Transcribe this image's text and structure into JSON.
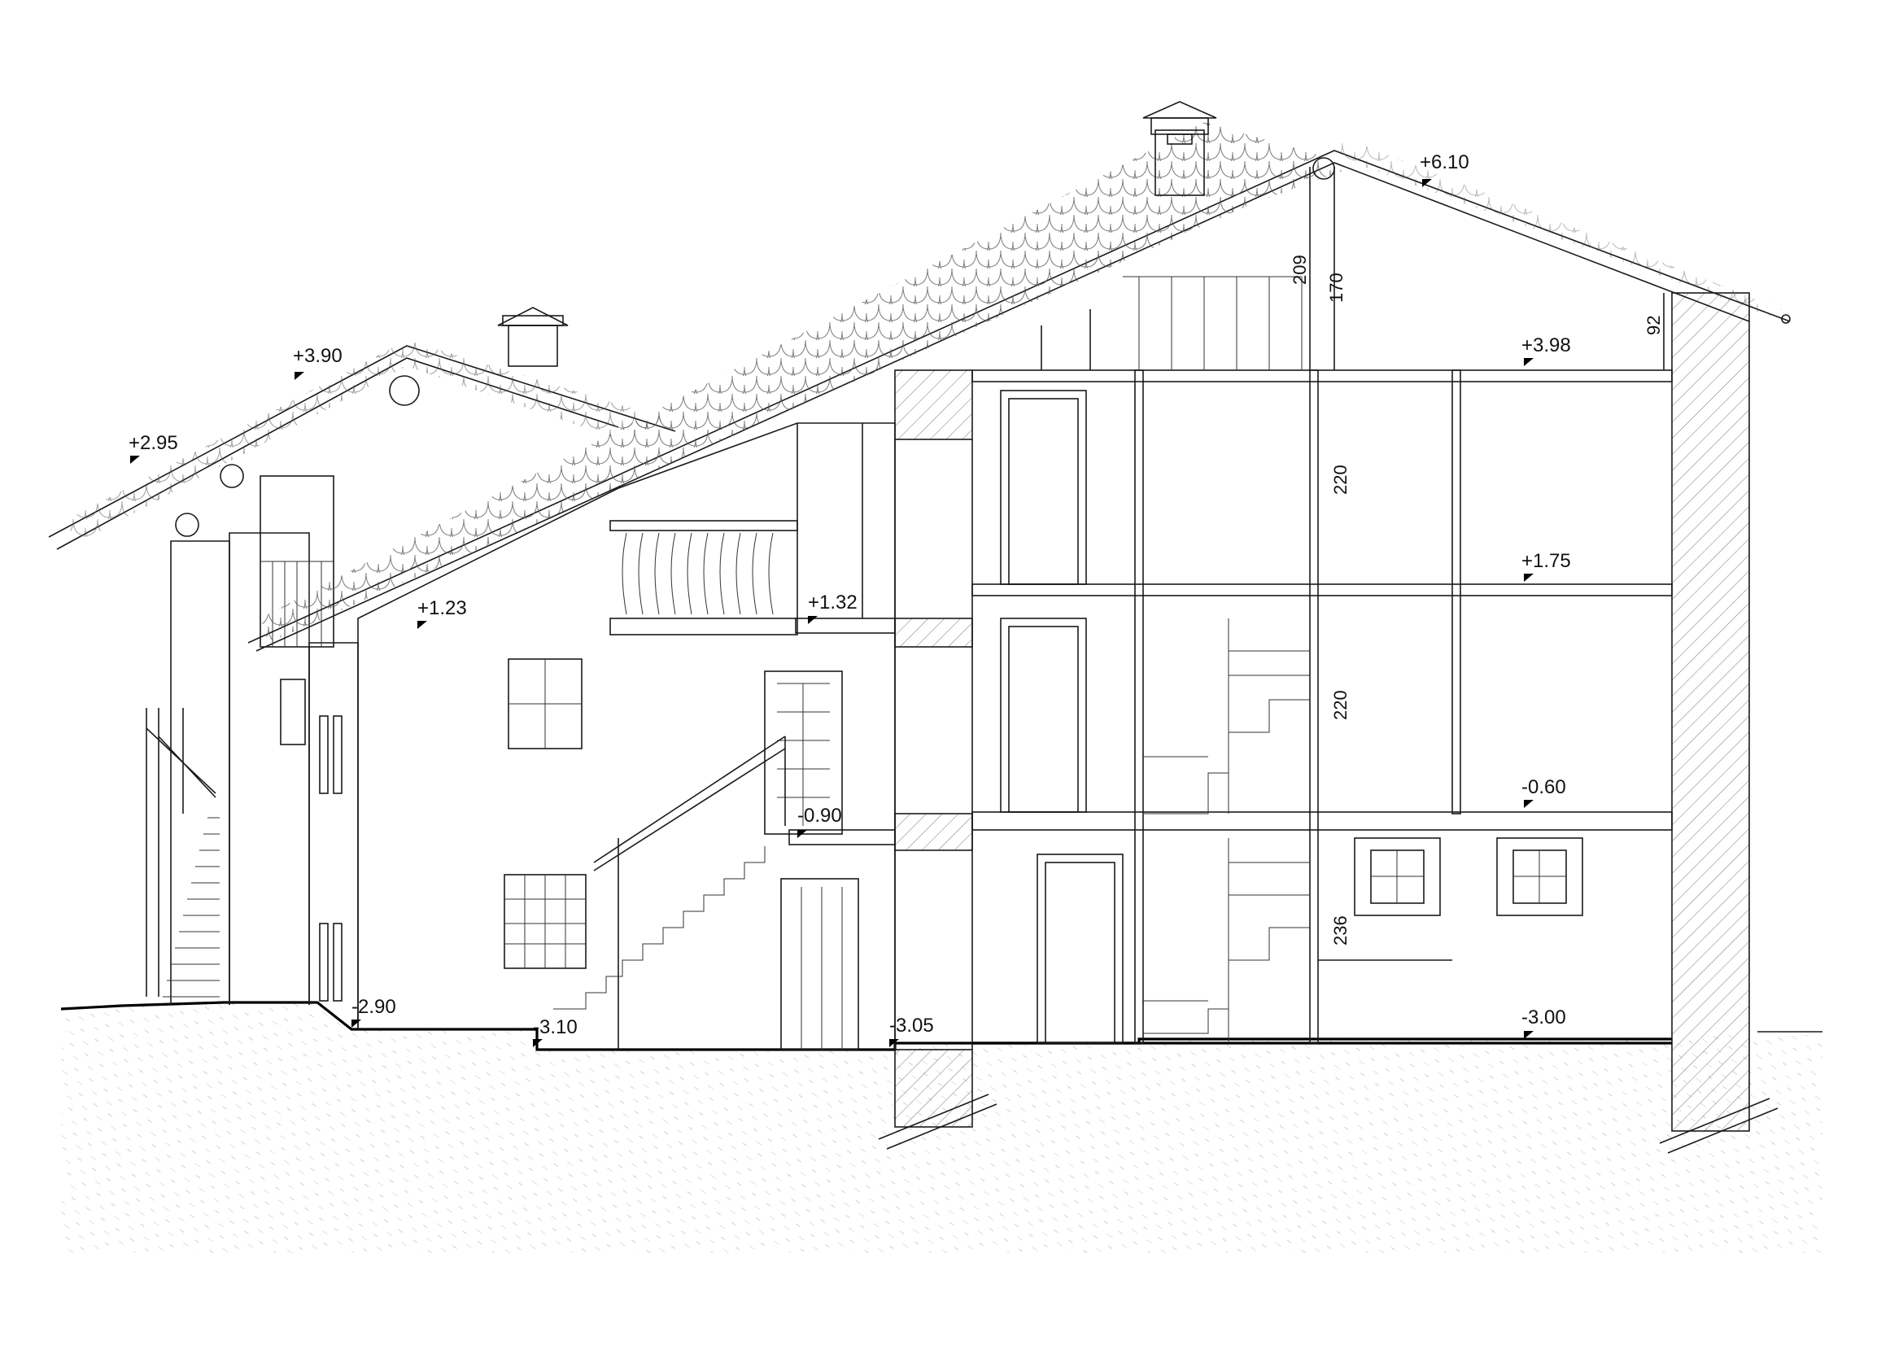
{
  "levels": {
    "roof_ridge": "+6.10",
    "roof_left_ridge": "+3.90",
    "roof_left_eave": "+2.95",
    "floor_top": "+3.98",
    "floor_mid": "+1.75",
    "balcony": "+1.32",
    "porch_roof": "+1.23",
    "landing": "-0.90",
    "floor_ground": "-0.60",
    "ground_left": "-2.90",
    "ground_stairs": "-3.10",
    "ground_wall": "-3.05",
    "ground_floor_base": "-3.00"
  },
  "dimensions": {
    "attic_209": "209",
    "attic_170": "170",
    "eave_92": "92",
    "storey_upper": "220",
    "storey_middle": "220",
    "storey_lower": "236"
  }
}
